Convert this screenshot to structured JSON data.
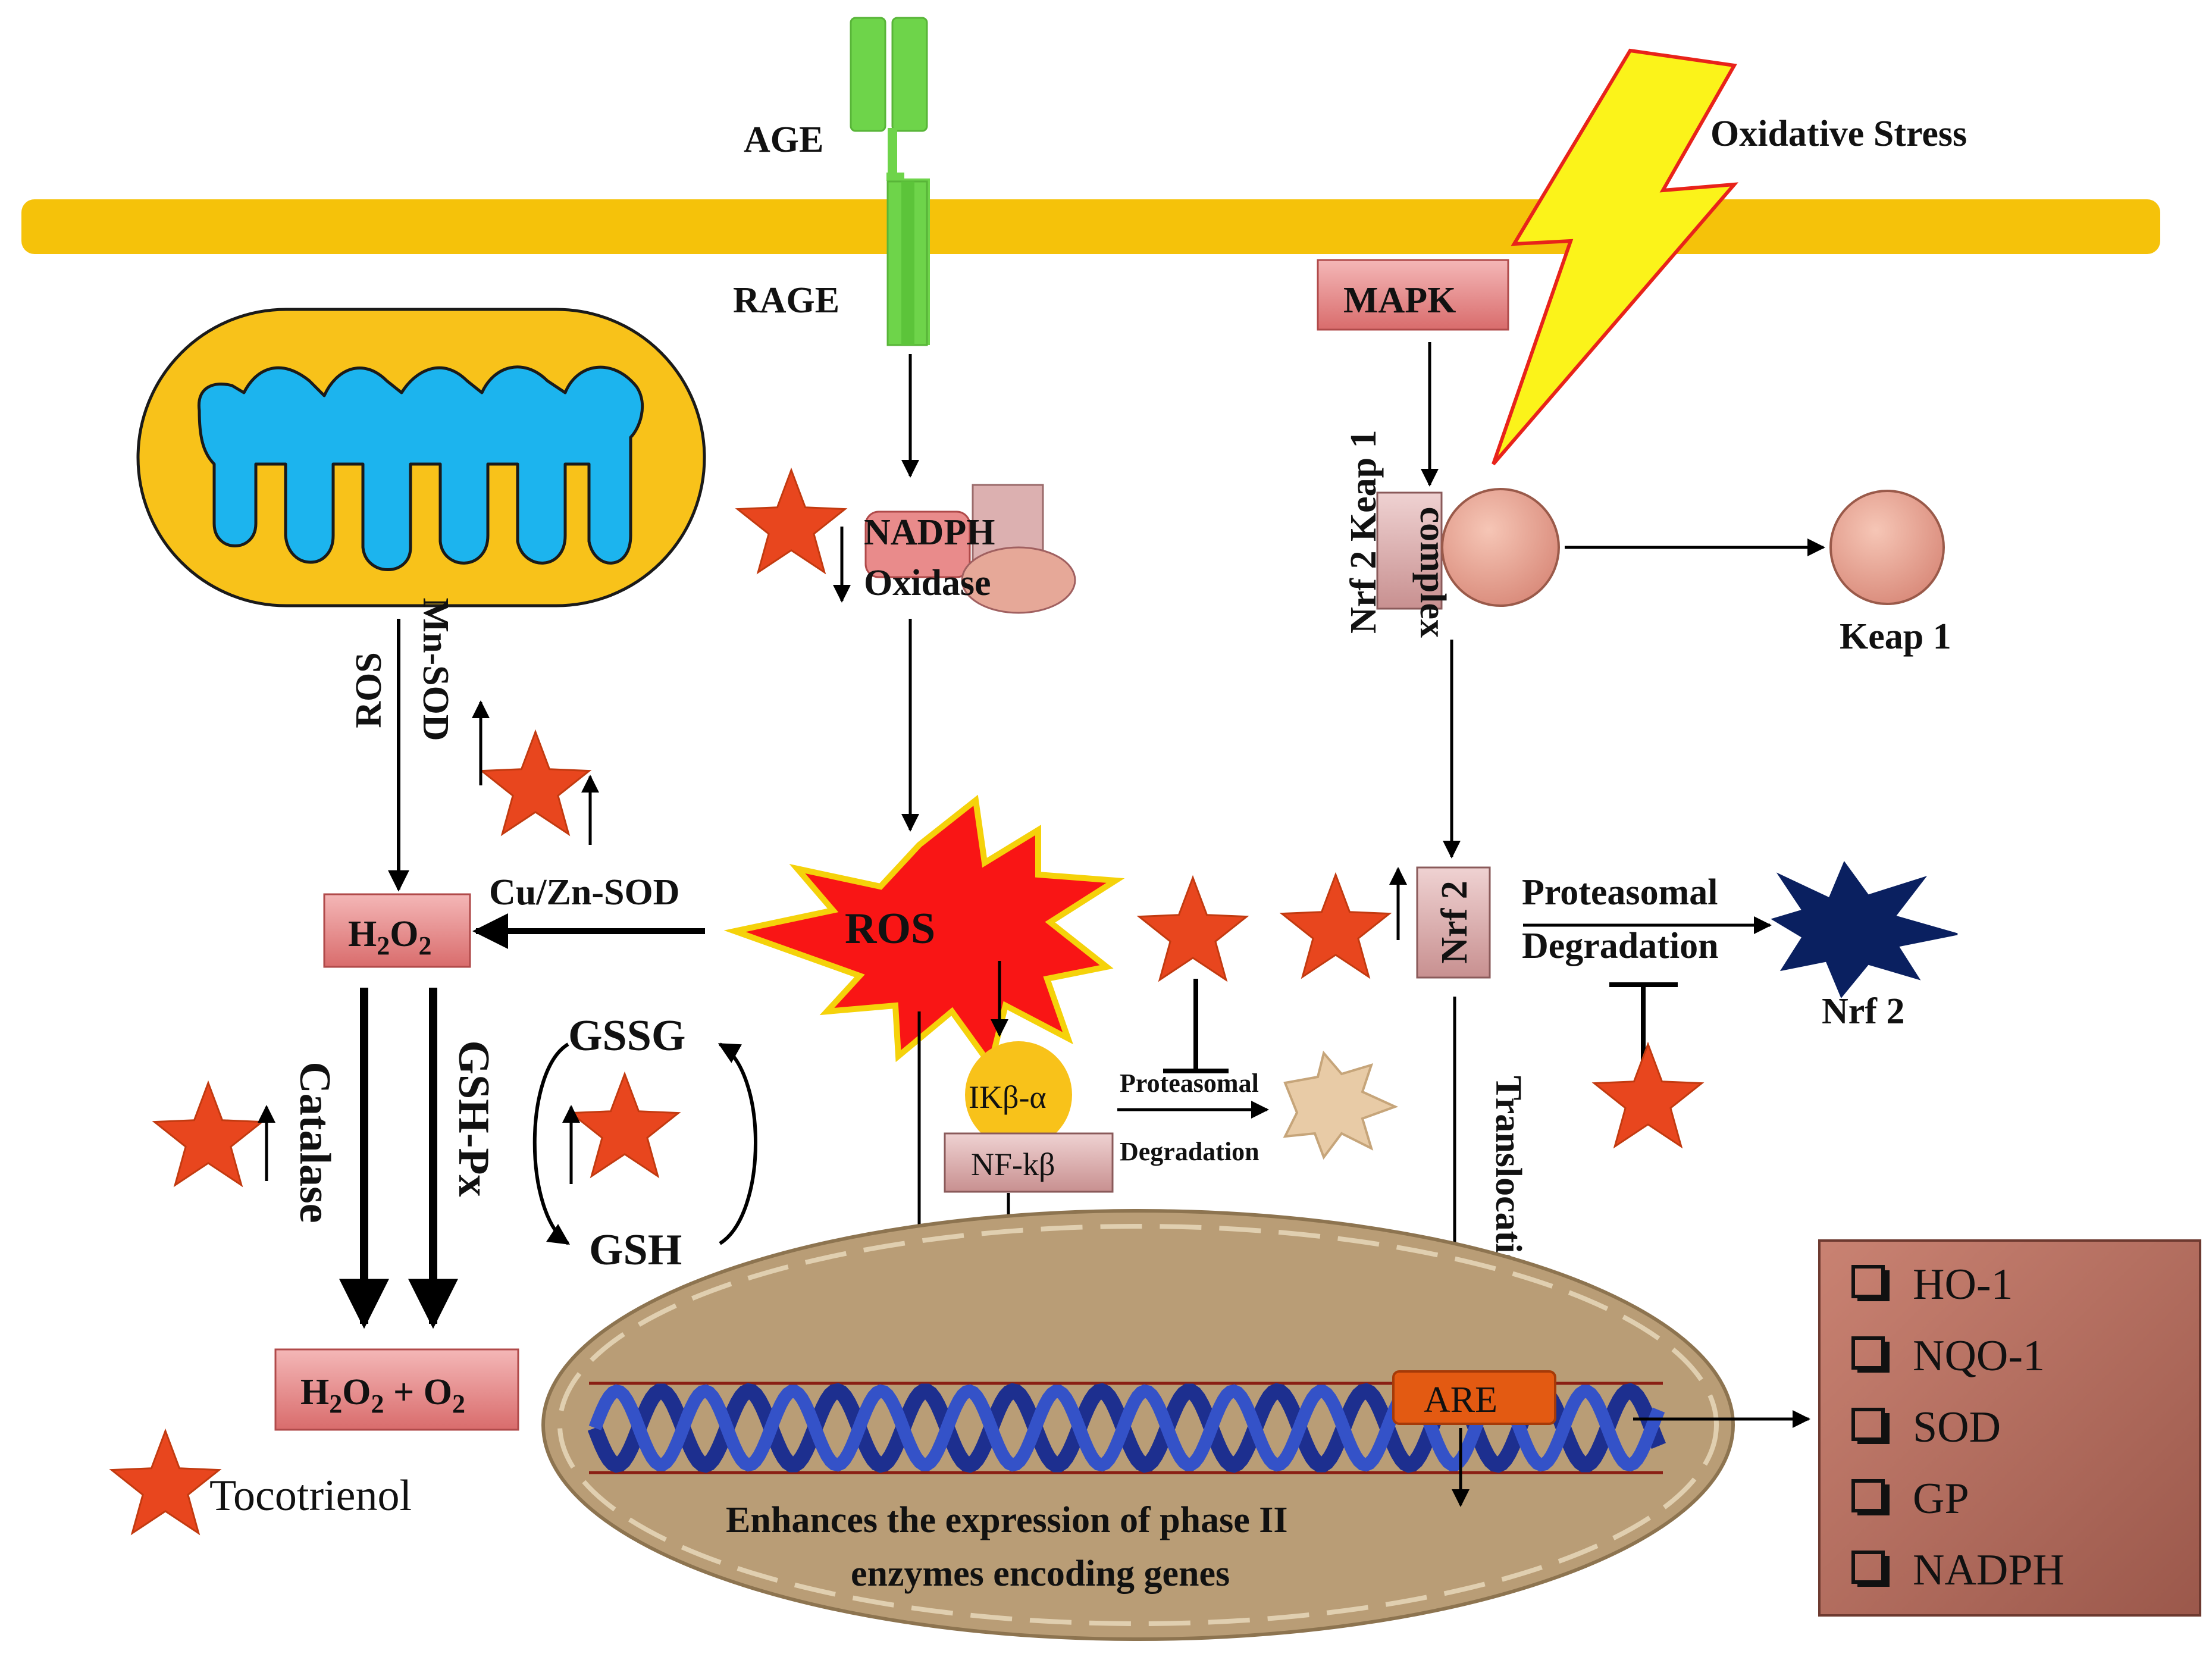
{
  "labels": {
    "age": "AGE",
    "rage": "RAGE",
    "oxidative_stress": "Oxidative Stress",
    "mapk": "MAPK",
    "nadph_line1": "NADPH",
    "nadph_line2": "Oxidase",
    "nrf2_keap1_line1": "Nrf 2 Keap 1",
    "nrf2_keap1_line2": "complex",
    "keap1": "Keap 1",
    "ros_vertical": "ROS",
    "mn_sod": "Mn-SOD",
    "cu_zn_sod": "Cu/Zn-SOD",
    "ros_burst": "ROS",
    "h2o2": "H",
    "h2o2_sub1": "2",
    "h2o2_o": "O",
    "h2o2_sub2": "2",
    "product_h": "H",
    "product_sub1": "2",
    "product_o": "O",
    "product_sub2": "2",
    "product_plus": " + O",
    "product_sub3": "2",
    "catalase": "Catalase",
    "gsh_px": "GSH-Px",
    "gssg": "GSSG",
    "gsh": "GSH",
    "ikb": "IKβ-α",
    "nfkb": "NF-kβ",
    "proteasomal_small": "Proteasomal",
    "degradation_small": "Degradation",
    "nrf2_box": "Nrf 2",
    "proteasomal_large": "Proteasomal",
    "degradation_large": "Degradation",
    "nrf2_degraded": "Nrf 2",
    "translocation": "Translocation",
    "are": "ARE",
    "enhances_line1": "Enhances the expression of phase II",
    "enhances_line2": "enzymes encoding genes",
    "tocotrienol": "Tocotrienol"
  },
  "enzymes": [
    "HO-1",
    "NQO-1",
    "SOD",
    "GP",
    "NADPH"
  ],
  "colors": {
    "membrane": "#f5c20a",
    "receptor": "#6ed44a",
    "mito_outer": "#f8c21a",
    "mito_inner": "#1cb4ee",
    "star": "#e8461e",
    "bolt": "#fbf31a",
    "ros_burst": "#f91515",
    "pink_box": "#e98b8b",
    "mauve_box": "#dcb0b0",
    "nucleus": "#b99d76",
    "dna": "#1d2f8f",
    "are": "#e35a12",
    "enzyme_box": "#b06a5a"
  }
}
